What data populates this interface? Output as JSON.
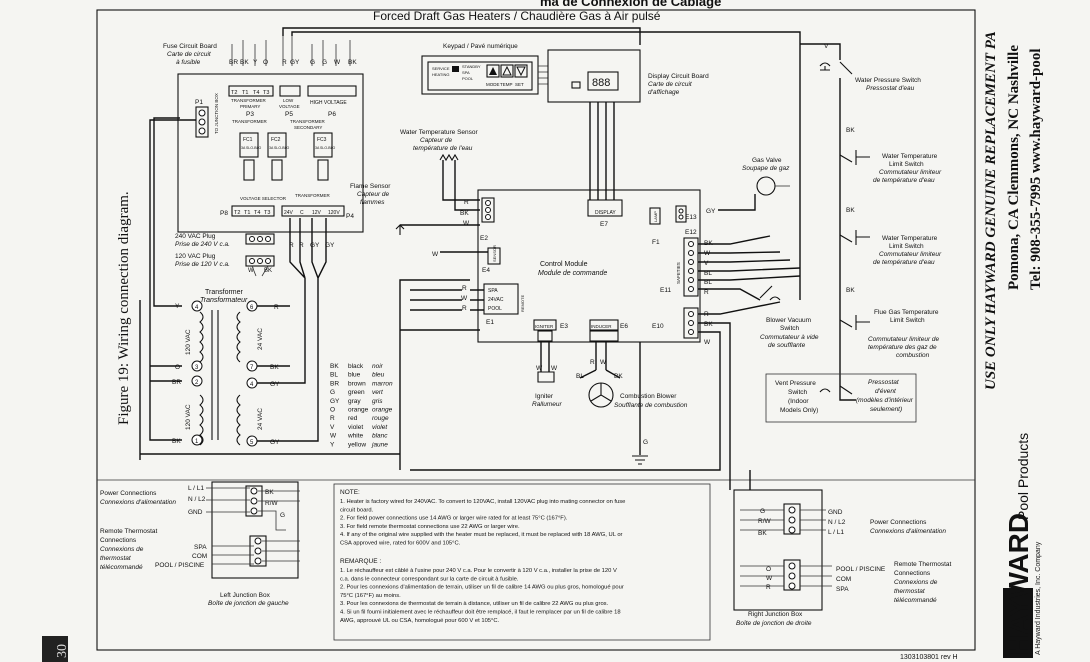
{
  "header": {
    "title_partial": "ma de Connexion de Câblage",
    "subtitle": "Forced Draft Gas Heaters / Chaudière Gas à Air pulsé"
  },
  "figure_caption": "Figure 19: Wiring connection diagram.",
  "page_number": "30",
  "side_banner": {
    "line1": "USE ONLY HAYWARD GENUINE REPLACEMENT PA",
    "line2": "Pomona, CA Clemmons, NC Nashville",
    "line3": "Tel: 908-355-7995     www.hayward-pool"
  },
  "brand": {
    "logo": "HAYWARD",
    "product": "Pool Products",
    "tagline": "A Hayward Industries, Inc. Company"
  },
  "doc_number": "1303103801 rev H",
  "labels": {
    "fuse_board": [
      "Fuse Circuit Board",
      "Carte de circuit",
      "à fusible"
    ],
    "keypad": "Keypad / Pavé numérique",
    "display_board": [
      "Display Circuit Board",
      "Carte de circuit",
      "d'affichage"
    ],
    "water_temp_sensor": [
      "Water Temperature Sensor",
      "Capteur de",
      "température de l'eau"
    ],
    "flame_sensor": [
      "Flame Sensor",
      "Capteur de",
      "flammes"
    ],
    "plug_240": [
      "240 VAC Plug",
      "Prise de 240 V c.a."
    ],
    "plug_120": [
      "120 VAC Plug",
      "Prise de 120 V c.a."
    ],
    "transformer": [
      "Transformer",
      "Transformateur"
    ],
    "control_module": [
      "Control Module",
      "Module de commande"
    ],
    "gas_valve": [
      "Gas Valve",
      "Soupape de gaz"
    ],
    "water_pressure_switch": [
      "Water Pressure Switch",
      "Pressostat d'eau"
    ],
    "water_temp_limit_1": [
      "Water Temperature",
      "Limit Switch",
      "Commutateur limiteur",
      "de température d'eau"
    ],
    "water_temp_limit_2": [
      "Water Temperature",
      "Limit Switch",
      "Commutateur limiteur",
      "de température d'eau"
    ],
    "flue_gas_limit": [
      "Flue Gas Temperature",
      "Limit Switch",
      "Commutateur limiteur de",
      "température des gaz de",
      "combustion"
    ],
    "blower_vacuum_switch": [
      "Blower Vacuum",
      "Switch",
      "Commutateur à vide",
      "de soufflante"
    ],
    "vent_pressure_switch": [
      "Vent Pressure",
      "Switch",
      "(Indoor",
      "Models Only)"
    ],
    "pressostat_event": [
      "Pressostat",
      "d'évent",
      "(modèles d'intérieur",
      "seulement)"
    ],
    "igniter": [
      "Igniter",
      "Rallumeur"
    ],
    "combustion_blower": [
      "Combustion Blower",
      "Soufflante de combustion"
    ],
    "left_jbox": [
      "Left Junction Box",
      "Boîte de jonction de gauche"
    ],
    "right_jbox": [
      "Right Junction Box",
      "Boîte de jonction de droite"
    ],
    "power_conn_left": [
      "Power Connections",
      "Connexions d'alimentation"
    ],
    "power_conn_right": [
      "Power Connections",
      "Connexions d'alimentation"
    ],
    "remote_tstat_left": [
      "Remote Thermostat",
      "Connections",
      "Connexions de",
      "thermostat",
      "télécommandé"
    ],
    "remote_tstat_right": [
      "Remote Thermostat",
      "Connections",
      "Connexions de",
      "thermostat",
      "télécommandé"
    ],
    "transformer_primary": [
      "TRANSFORMER",
      "PRIMARY"
    ],
    "transformer_secondary": [
      "TRANSFORMER",
      "SECONDARY"
    ],
    "low_voltage": [
      "LOW",
      "VOLTAGE"
    ],
    "high_voltage": "HIGH  VOLTAGE",
    "voltage_selector": "VOLTAGE SELECTOR",
    "to_junction_box": "TO JUNCTION BOX"
  },
  "connectors": {
    "p1": "P1",
    "p3": "P3",
    "p4": "P4",
    "p5": "P5",
    "p6": "P6",
    "p8": "P8",
    "e1": "E1",
    "e2": "E2",
    "e3": "E3",
    "e4": "E4",
    "e6": "E6",
    "e7": "E7",
    "e10": "E10",
    "e11": "E11",
    "e12": "E12",
    "e13": "E13",
    "f1": "F1"
  },
  "terminal_text": {
    "p3_pins": [
      "T2",
      "T1",
      "T4",
      "T3"
    ],
    "p8_pins": [
      "T2",
      "T1",
      "T4",
      "T3"
    ],
    "p4_pins": [
      "24V",
      "C",
      "12V",
      "120V"
    ],
    "fuses": [
      "FC1",
      "FC2",
      "FC3"
    ],
    "fuse_rating": "3A SLO-BLO",
    "e1_pins": [
      "SPA",
      "24VAC",
      "POOL"
    ],
    "e1_side": "REMOTE",
    "e7_label": "DISPLAY",
    "e4_label": "SENSOR",
    "e3_label": "IGNITER",
    "e6_label": "INDUCER",
    "e11_label": "SAFETIES",
    "lamp_label": "LAMP",
    "keypad_modes": [
      "SERVICE",
      "HEATING",
      "STANDBY",
      "SPA",
      "POOL"
    ],
    "keypad_buttons": [
      "MODE",
      "TEMP",
      "SET"
    ]
  },
  "wire_tags": {
    "top_fuse": [
      "BR",
      "BK",
      "Y",
      "O"
    ],
    "top_lv": [
      "R",
      "GY"
    ],
    "top_hv": [
      "G",
      "G",
      "W",
      "BK"
    ],
    "p4_bottom": [
      "R",
      "R",
      "GY",
      "GY"
    ],
    "plug_wires": [
      "W",
      "BK"
    ],
    "transformer_left": [
      "Y",
      "O",
      "BR",
      "BK"
    ],
    "transformer_right": [
      "R",
      "BK",
      "GY",
      "GY"
    ],
    "transformer_pins_left": [
      "4",
      "3",
      "2",
      "1"
    ],
    "transformer_pins_right": [
      "6",
      "7",
      "4",
      "5"
    ],
    "transformer_vac": [
      "120 VAC",
      "120 VAC",
      "24 VAC",
      "24 VAC"
    ],
    "e2_wires": [
      "R",
      "BK",
      "W"
    ],
    "e4_wire": "W",
    "e1_wires": [
      "R",
      "W",
      "R"
    ],
    "e13_wire": "GY",
    "e12_wires": [
      "BK",
      "W",
      "V",
      "BL",
      "BL",
      "R"
    ],
    "e10_wires": [
      "R",
      "BK",
      "W"
    ],
    "right_chain": [
      "V",
      "BK",
      "BK",
      "BK"
    ],
    "igniter_wires": [
      "W",
      "W"
    ],
    "blower_wires": [
      "R",
      "W",
      "BL",
      "BK"
    ],
    "ground_wire": "G",
    "left_jbox_power": [
      "L / L1",
      "N / L2",
      "GND"
    ],
    "left_jbox_power_wires": [
      "BK",
      "R/W",
      "G"
    ],
    "left_jbox_tstat": [
      "SPA",
      "COM",
      "POOL / PISCINE"
    ],
    "right_jbox_power": [
      "GND",
      "N / L2",
      "L / L1"
    ],
    "right_jbox_power_wires": [
      "G",
      "R/W",
      "BK"
    ],
    "right_jbox_tstat": [
      "POOL / PISCINE",
      "COM",
      "SPA"
    ],
    "right_jbox_tstat_wires": [
      "O",
      "W",
      "R"
    ]
  },
  "color_legend": [
    [
      "BK",
      "black",
      "noir"
    ],
    [
      "BL",
      "blue",
      "bleu"
    ],
    [
      "BR",
      "brown",
      "marron"
    ],
    [
      "G",
      "green",
      "vert"
    ],
    [
      "GY",
      "gray",
      "gris"
    ],
    [
      "O",
      "orange",
      "orange"
    ],
    [
      "R",
      "red",
      "rouge"
    ],
    [
      "V",
      "violet",
      "violet"
    ],
    [
      "W",
      "white",
      "blanc"
    ],
    [
      "Y",
      "yellow",
      "jaune"
    ]
  ],
  "notes": {
    "heading": "NOTE:",
    "items": [
      "1. Heater is factory wired for 240VAC. To convert to 120VAC, install 120VAC plug into mating connector on fuse",
      "    circuit board.",
      "2. For field power connections use 14 AWG or larger wire rated for at least 75°C (167°F).",
      "3. For field remote thermostat connections use 22 AWG or larger wire.",
      "4. If any of the original wire supplied with the heater must be replaced, it must be replaced with 18 AWG, UL or",
      "    CSA approved wire, rated for 600V and 105°C."
    ],
    "heading_fr": "REMARQUE :",
    "items_fr": [
      "1. Le réchauffeur est câblé à l'usine pour 240 V c.a. Pour le convertir à 120 V c.a., installer la prise de 120 V",
      "    c.a. dans le connecteur correspondant sur la carte de circuit à fusible.",
      "2. Pour les connexions d'alimentation de terrain, utiliser un fil de calibre 14 AWG ou plus gros, homologué pour",
      "    75°C (167°F) au moins.",
      "3. Pour les connexions de thermostat de terrain à distance, utiliser un fil de calibre 22 AWG ou plus gros.",
      "4. Si un fil fourni initialement avec le réchauffeur doit être remplacé, il faut le remplacer par un fil de calibre 18",
      "    AWG, approuvé UL ou CSA, homologué pour 600 V et 105°C."
    ]
  }
}
